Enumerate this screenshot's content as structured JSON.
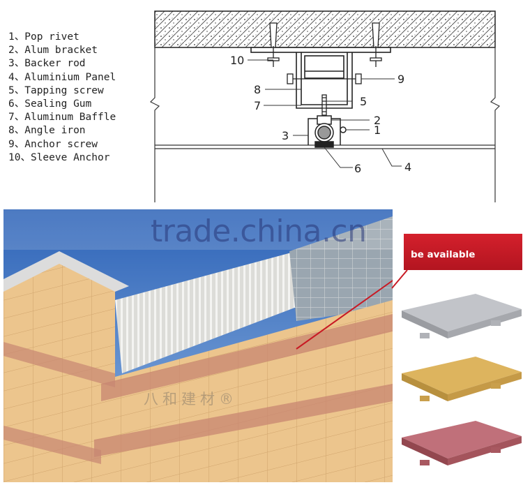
{
  "legend": [
    "1、Pop rivet",
    "2、Alum bracket",
    "3、Backer rod",
    "4、Aluminium Panel",
    "5、Tapping screw",
    "6、Sealing Gum",
    "7、Aluminum Baffle",
    "8、Angle iron",
    "9、Anchor screw",
    "10、Sleeve Anchor"
  ],
  "callouts": [
    "10",
    "9",
    "8",
    "5",
    "7",
    "2",
    "3",
    "1",
    "6",
    "4"
  ],
  "watermark": "trade.china.cn",
  "brand_watermark": "八和建材®",
  "banner": "be available",
  "colors": {
    "sky": "#3c78c8",
    "wall": "#e9bf86",
    "wall_stripe": "#c88672",
    "banner_red": "#c81a24",
    "silver_panel": "#b9bcc1",
    "gold_panel": "#d8ad55",
    "red_panel": "#b9666b"
  },
  "icons": [
    "concrete-slab",
    "sleeve-anchor-icon",
    "backer-rod-icon",
    "aluminum-panel-sample"
  ]
}
